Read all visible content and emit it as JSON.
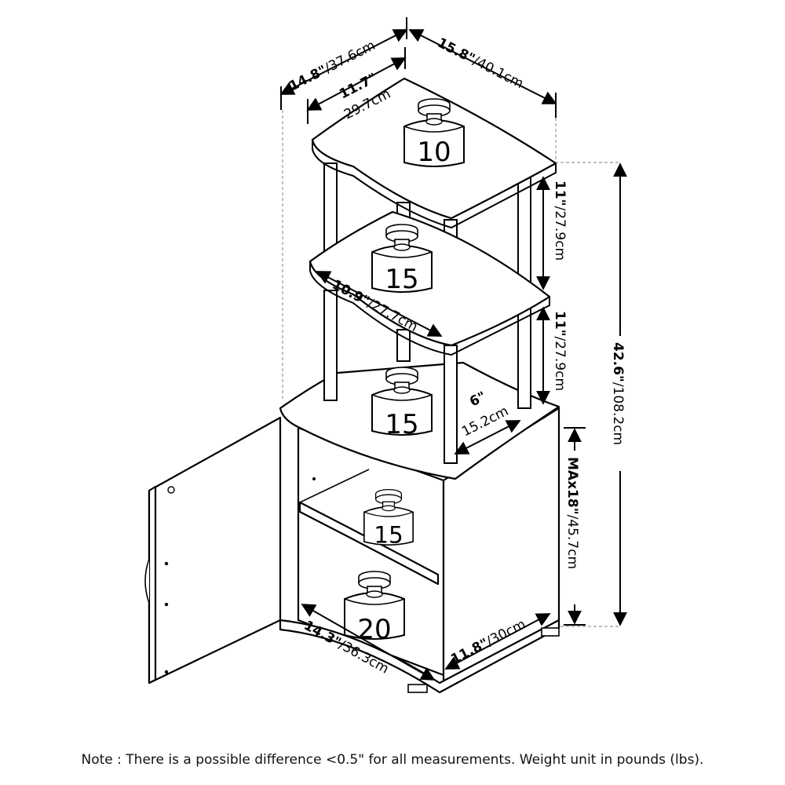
{
  "dimensions": {
    "depth_total": {
      "in": "14.8\"",
      "cm": "/37.6cm"
    },
    "depth_top": {
      "in": "11.7\"",
      "cm": "29.7cm"
    },
    "width_total": {
      "in": "15.8\"",
      "cm": "/40.1cm"
    },
    "shelf_gap_top": {
      "in": "11\"",
      "cm": "/27.9cm"
    },
    "shelf_gap_mid": {
      "in": "11\"",
      "cm": "/27.9cm"
    },
    "shelf_width": {
      "in": "10.9\"",
      "cm": "/27.7cm"
    },
    "post_offset": {
      "in": "6\"",
      "cm": "15.2cm"
    },
    "height_total": {
      "in": "42.6\"",
      "cm": "/108.2cm"
    },
    "cabinet_max": {
      "in": "MAx18\"",
      "cm": "/45.7cm"
    },
    "base_width": {
      "in": "14.3\"",
      "cm": "/36.3cm"
    },
    "base_depth": {
      "in": "11.8\"",
      "cm": "/30cm"
    }
  },
  "weights": {
    "top_shelf": "10",
    "second_shelf": "15",
    "third_shelf": "15",
    "cabinet_shelf": "15",
    "cabinet_bottom": "20"
  },
  "note": "Note : There is a possible difference <0.5\" for all measurements. Weight unit in pounds (lbs)."
}
